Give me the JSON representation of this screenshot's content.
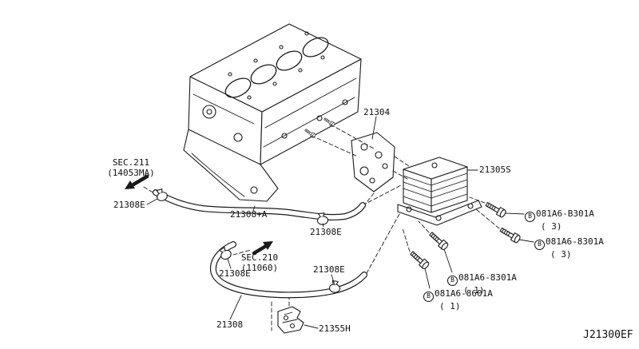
{
  "diagram": {
    "code": "J21300EF",
    "colors": {
      "ink": "#1a1a1a",
      "background": "#ffffff"
    },
    "parts": {
      "bracket_plate": "21304",
      "oil_cooler": "21305S",
      "hose_upper": "21308+A",
      "hose_lower": "21308",
      "clamp_1": "21308E",
      "clamp_2": "21308E",
      "clamp_3": "21308E",
      "clamp_4": "21308E",
      "hose_bracket": "21355H"
    },
    "refs": {
      "sec211_title": "SEC.211",
      "sec211_sub": "(14053MA)",
      "sec210_title": "SEC.210",
      "sec210_sub": "(11060)"
    },
    "bolts": {
      "symbol": "B",
      "b1_code": "081A6-B301A",
      "b1_qty": "( 3)",
      "b2_code": "081A6-8301A",
      "b2_qty": "( 3)",
      "b3_code": "081A6-8301A",
      "b3_qty": "( 1)",
      "b4_code": "081A6-8601A",
      "b4_qty": "( 1)"
    }
  }
}
